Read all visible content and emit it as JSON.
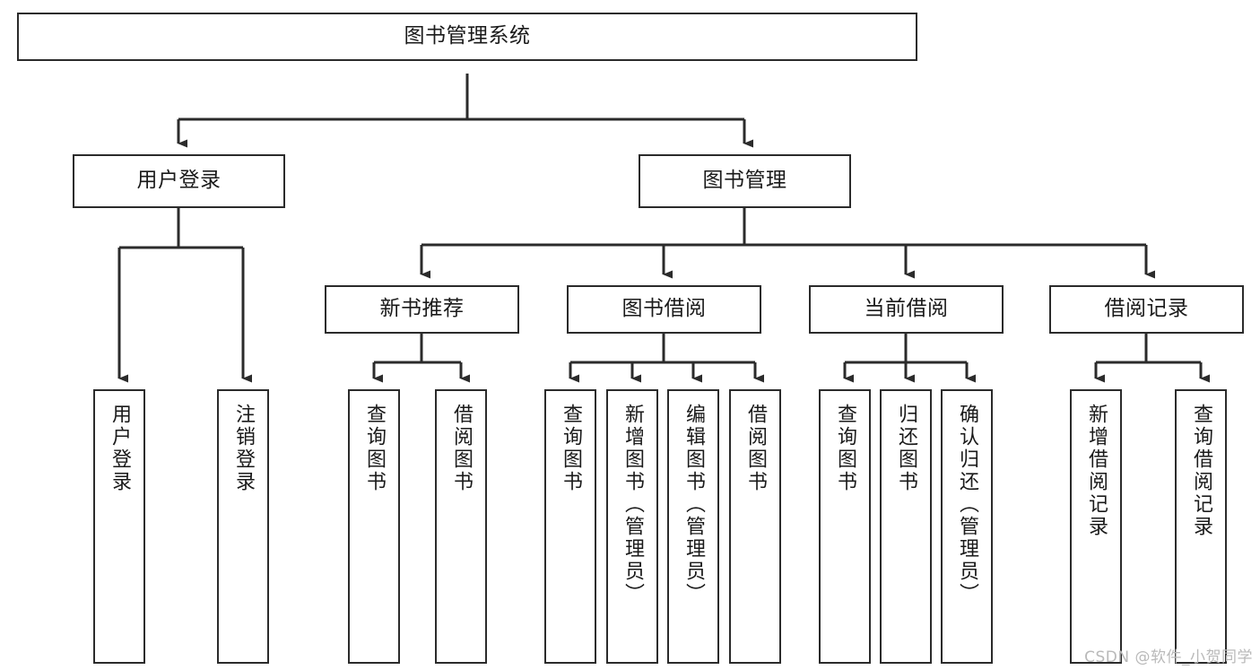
{
  "diagram": {
    "kind": "tree-hierarchy-chart",
    "title": "图书管理系统",
    "background_color": "#ffffff",
    "line_color": "#2b2b2b",
    "text_color": "#1a1a1a",
    "nodes": {
      "root": {
        "label": "图书管理系统"
      },
      "level1": [
        {
          "id": "user-login",
          "label": "用户登录"
        },
        {
          "id": "book-manage",
          "label": "图书管理"
        }
      ],
      "level2": [
        {
          "id": "new-book-recommend",
          "label": "新书推荐"
        },
        {
          "id": "book-borrow",
          "label": "图书借阅"
        },
        {
          "id": "current-borrow",
          "label": "当前借阅"
        },
        {
          "id": "borrow-record",
          "label": "借阅记录"
        }
      ],
      "leaves": [
        {
          "id": "leaf-user-login",
          "label": "用户登录",
          "parent": "user-login"
        },
        {
          "id": "leaf-logout-login",
          "label": "注销登录",
          "parent": "user-login"
        },
        {
          "id": "leaf-query-book-1",
          "label": "查询图书",
          "parent": "new-book-recommend"
        },
        {
          "id": "leaf-borrow-book-1",
          "label": "借阅图书",
          "parent": "new-book-recommend"
        },
        {
          "id": "leaf-query-book-2",
          "label": "查询图书",
          "parent": "book-borrow"
        },
        {
          "id": "leaf-add-book-admin",
          "label": "新增图书（管理员）",
          "parent": "book-borrow"
        },
        {
          "id": "leaf-edit-book-admin",
          "label": "编辑图书（管理员）",
          "parent": "book-borrow"
        },
        {
          "id": "leaf-borrow-book-2",
          "label": "借阅图书",
          "parent": "book-borrow"
        },
        {
          "id": "leaf-query-book-3",
          "label": "查询图书",
          "parent": "current-borrow"
        },
        {
          "id": "leaf-return-book",
          "label": "归还图书",
          "parent": "current-borrow"
        },
        {
          "id": "leaf-confirm-return-admin",
          "label": "确认归还（管理员）",
          "parent": "current-borrow"
        },
        {
          "id": "leaf-add-borrow-record",
          "label": "新增借阅记录",
          "parent": "borrow-record"
        },
        {
          "id": "leaf-query-borrow-record",
          "label": "查询借阅记录",
          "parent": "borrow-record"
        }
      ]
    }
  },
  "watermark": {
    "text": "CSDN @软件_小贺同学"
  }
}
